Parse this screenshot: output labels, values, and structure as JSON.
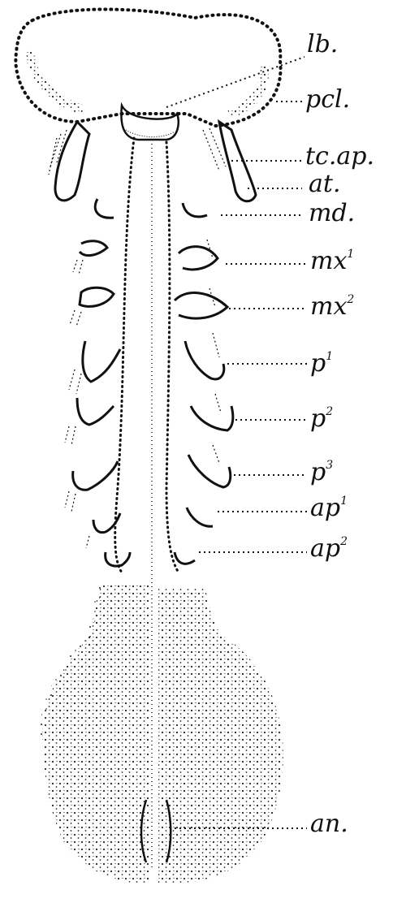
{
  "labels": {
    "lb": "lb.",
    "pcl": "pcl.",
    "tc_ap": "tc.ap.",
    "at": "at.",
    "md": "md.",
    "mx1_base": "mx",
    "mx1_sup": "1",
    "mx2_base": "mx",
    "mx2_sup": "2",
    "p1_base": "p",
    "p1_sup": "1",
    "p2_base": "p",
    "p2_sup": "2",
    "p3_base": "p",
    "p3_sup": "3",
    "ap1_base": "ap",
    "ap1_sup": "1",
    "ap2_base": "ap",
    "ap2_sup": "2",
    "an": "an."
  }
}
